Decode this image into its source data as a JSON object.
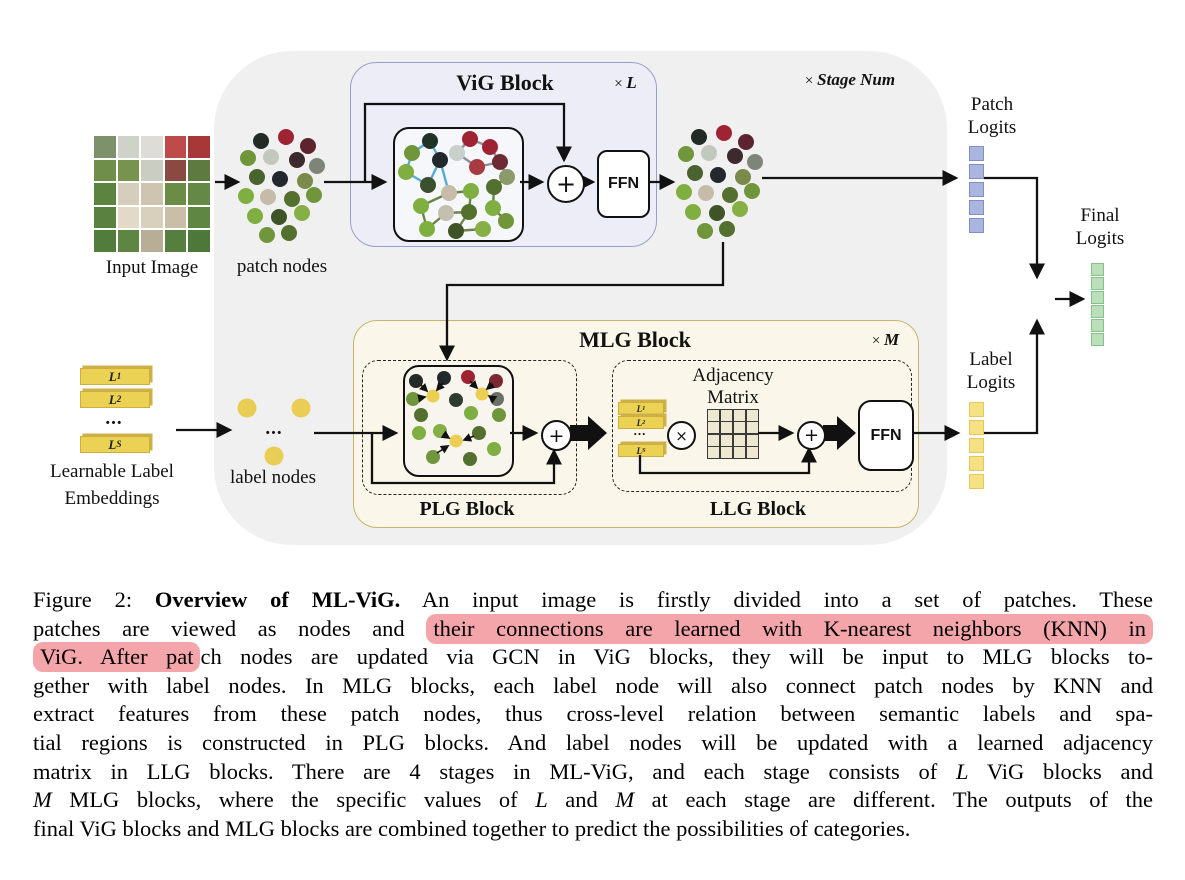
{
  "figure": {
    "input_image_label": "Input Image",
    "patch_nodes_label": "patch nodes",
    "label_nodes_label": "label nodes",
    "learnable_line1": "Learnable Label",
    "learnable_line2": "Embeddings",
    "dots": "...",
    "vig_block": {
      "title": "ViG Block",
      "times": "×",
      "mult": "L",
      "ffn": "FFN"
    },
    "stage": {
      "times": "×",
      "mult": "Stage Num"
    },
    "mlg_block": {
      "title": "MLG Block",
      "times": "×",
      "mult": "M",
      "ffn": "FFN",
      "plg_label": "PLG Block",
      "llg_label": "LLG Block",
      "adjacency_line1": "Adjacency",
      "adjacency_line2": "Matrix"
    },
    "embedding_bars": [
      {
        "base": "L",
        "sub": "1"
      },
      {
        "base": "L",
        "sub": "2"
      },
      {
        "base": "L",
        "sub": "S"
      }
    ],
    "llg_bars": [
      {
        "base": "L",
        "sub": "1"
      },
      {
        "base": "L",
        "sub": "2"
      },
      {
        "base": "L",
        "sub": "S"
      }
    ],
    "operators": {
      "plus": "+",
      "times": "×"
    },
    "logits": {
      "patch": {
        "label_line1": "Patch",
        "label_line2": "Logits",
        "count": 5,
        "color": "#aab6e0",
        "border": "#7d8ec9"
      },
      "label": {
        "label_line1": "Label",
        "label_line2": "Logits",
        "count": 5,
        "color": "#f5e083",
        "border": "#e4c75f"
      },
      "final": {
        "label_line1": "Final",
        "label_line2": "Logits",
        "count": 6,
        "color": "#b9e0ba",
        "border": "#84c289"
      }
    }
  },
  "colors": {
    "stage_bg": "#f0f0f1",
    "vig_fill": "#ecedf6",
    "vig_border": "#97a0cc",
    "mlg_fill": "#faf6e9",
    "mlg_border": "#c5b46a",
    "highlight": "#f3a5aa",
    "node_yellow": "#e9cd55",
    "bar_yellow": "#ecd254",
    "edge_blue": "#55acd8",
    "edge_gray": "#8a9097",
    "edge_olive": "#6d8348"
  },
  "input_image_cells": [
    "#7d926b",
    "#cfd2c9",
    "#dedcd6",
    "#bf4a4a",
    "#a83838",
    "#6f8e4a",
    "#77944e",
    "#c9cdc2",
    "#8a4a42",
    "#5e7a40",
    "#5d8340",
    "#d6cdbd",
    "#cfc4b0",
    "#6a8c46",
    "#648846",
    "#5a8140",
    "#e2d9c8",
    "#d8cfbc",
    "#c9bfa8",
    "#608644",
    "#527c3c",
    "#5e8642",
    "#b8ae96",
    "#567e3e",
    "#4e783a"
  ],
  "clusters": {
    "patch1": {
      "nodes": [
        [
          261,
          141,
          8,
          "#232b26"
        ],
        [
          286,
          137,
          8,
          "#9e2433"
        ],
        [
          308,
          146,
          8,
          "#5d2430"
        ],
        [
          248,
          158,
          8,
          "#6f963b"
        ],
        [
          271,
          157,
          8,
          "#c3c8bf"
        ],
        [
          297,
          160,
          8,
          "#3c2a2e"
        ],
        [
          317,
          166,
          8,
          "#7e8578"
        ],
        [
          257,
          177,
          8,
          "#49632e"
        ],
        [
          280,
          179,
          8,
          "#22282e"
        ],
        [
          305,
          181,
          8,
          "#7b8a4a"
        ],
        [
          246,
          196,
          8,
          "#7fae41"
        ],
        [
          268,
          197,
          8,
          "#c5bba8"
        ],
        [
          292,
          199,
          8,
          "#54702e"
        ],
        [
          314,
          195,
          8,
          "#6f963b"
        ],
        [
          255,
          216,
          8,
          "#7fae41"
        ],
        [
          279,
          217,
          8,
          "#3f5426"
        ],
        [
          302,
          213,
          8,
          "#86b046"
        ],
        [
          267,
          235,
          8,
          "#6f963b"
        ],
        [
          289,
          233,
          8,
          "#54702e"
        ]
      ]
    },
    "patch2": {
      "nodes": [
        [
          699,
          137,
          8,
          "#232b26"
        ],
        [
          724,
          133,
          8,
          "#9e2433"
        ],
        [
          746,
          142,
          8,
          "#5d2430"
        ],
        [
          686,
          154,
          8,
          "#6f963b"
        ],
        [
          709,
          153,
          8,
          "#c3c8bf"
        ],
        [
          735,
          156,
          8,
          "#3c2a2e"
        ],
        [
          755,
          162,
          8,
          "#7e8578"
        ],
        [
          695,
          173,
          8,
          "#49632e"
        ],
        [
          718,
          175,
          8,
          "#22282e"
        ],
        [
          743,
          177,
          8,
          "#7b8a4a"
        ],
        [
          684,
          192,
          8,
          "#7fae41"
        ],
        [
          706,
          193,
          8,
          "#c5bba8"
        ],
        [
          730,
          195,
          8,
          "#54702e"
        ],
        [
          752,
          191,
          8,
          "#6f963b"
        ],
        [
          693,
          212,
          8,
          "#7fae41"
        ],
        [
          717,
          213,
          8,
          "#3f5426"
        ],
        [
          740,
          209,
          8,
          "#86b046"
        ],
        [
          705,
          231,
          8,
          "#6f963b"
        ],
        [
          727,
          229,
          8,
          "#54702e"
        ]
      ]
    },
    "vig_graph": {
      "nodes": [
        [
          430,
          141,
          8,
          "#1f3326"
        ],
        [
          412,
          153,
          8,
          "#70963c"
        ],
        [
          440,
          160,
          8,
          "#23282d"
        ],
        [
          406,
          172,
          8,
          "#7fae41"
        ],
        [
          428,
          185,
          8,
          "#3c4f2e"
        ],
        [
          470,
          139,
          8,
          "#9e2433"
        ],
        [
          457,
          153,
          8,
          "#c9cfc9"
        ],
        [
          490,
          147,
          8,
          "#9e2433"
        ],
        [
          500,
          162,
          8,
          "#6d2a33"
        ],
        [
          477,
          167,
          8,
          "#a83a42"
        ],
        [
          449,
          193,
          8,
          "#c6bca9"
        ],
        [
          471,
          191,
          8,
          "#7fae41"
        ],
        [
          494,
          187,
          8,
          "#54702e"
        ],
        [
          507,
          177,
          8,
          "#8a9a6a"
        ],
        [
          421,
          206,
          8,
          "#7fae41"
        ],
        [
          446,
          213,
          8,
          "#c3c0b0"
        ],
        [
          469,
          212,
          8,
          "#54702e"
        ],
        [
          493,
          208,
          8,
          "#7fae41"
        ],
        [
          506,
          221,
          8,
          "#6f963b"
        ],
        [
          427,
          229,
          8,
          "#7fae41"
        ],
        [
          456,
          231,
          8,
          "#3f5426"
        ],
        [
          483,
          229,
          8,
          "#86b046"
        ]
      ],
      "edges": [
        [
          0,
          1,
          "#55acd8"
        ],
        [
          1,
          3,
          "#55acd8"
        ],
        [
          3,
          4,
          "#55acd8"
        ],
        [
          4,
          2,
          "#55acd8"
        ],
        [
          2,
          0,
          "#55acd8"
        ],
        [
          2,
          10,
          "#55acd8"
        ],
        [
          6,
          5,
          "#8a9097"
        ],
        [
          5,
          7,
          "#8a9097"
        ],
        [
          7,
          8,
          "#8a9097"
        ],
        [
          8,
          9,
          "#8a9097"
        ],
        [
          9,
          6,
          "#8a9097"
        ],
        [
          8,
          13,
          "#8a9097"
        ],
        [
          10,
          14,
          "#6d8348"
        ],
        [
          10,
          11,
          "#6d8348"
        ],
        [
          11,
          16,
          "#6d8348"
        ],
        [
          12,
          13,
          "#6d8348"
        ],
        [
          12,
          17,
          "#6d8348"
        ],
        [
          15,
          19,
          "#6d8348"
        ],
        [
          16,
          20,
          "#6d8348"
        ],
        [
          17,
          18,
          "#6d8348"
        ],
        [
          20,
          21,
          "#6d8348"
        ],
        [
          14,
          19,
          "#6d8348"
        ],
        [
          15,
          16,
          "#6d8348"
        ]
      ]
    },
    "plg_graph": {
      "nodes": [
        [
          416,
          381,
          7,
          "#232b26"
        ],
        [
          444,
          378,
          7,
          "#23282d"
        ],
        [
          468,
          377,
          7,
          "#9e2433"
        ],
        [
          496,
          381,
          7,
          "#7b2a33"
        ],
        [
          413,
          399,
          7,
          "#6f963b"
        ],
        [
          456,
          400,
          7,
          "#2e3b30"
        ],
        [
          497,
          399,
          7,
          "#6b7069"
        ],
        [
          421,
          415,
          7,
          "#54702e"
        ],
        [
          471,
          413,
          7,
          "#7fae41"
        ],
        [
          499,
          415,
          7,
          "#6f963b"
        ],
        [
          419,
          433,
          7,
          "#7fae41"
        ],
        [
          440,
          431,
          7,
          "#86b046"
        ],
        [
          479,
          433,
          7,
          "#54702e"
        ],
        [
          433,
          457,
          7,
          "#6f963b"
        ],
        [
          470,
          459,
          7,
          "#54702e"
        ],
        [
          494,
          449,
          7,
          "#7fae41"
        ],
        [
          433,
          396,
          6.5,
          "#eccf52"
        ],
        [
          482,
          394,
          6.5,
          "#eccf52"
        ],
        [
          456,
          441,
          6.5,
          "#eccf52"
        ]
      ]
    },
    "label_nodes": {
      "nodes": [
        [
          247,
          408,
          9.5,
          "#e9cd55"
        ],
        [
          301,
          408,
          9.5,
          "#e9cd55"
        ],
        [
          274,
          456,
          9.5,
          "#e9cd55"
        ]
      ]
    }
  },
  "caption": {
    "l1": {
      "s0": "Figure 2: ",
      "s1": "Overview of ML-ViG.",
      "s2": " An input image is firstly divided into a set of patches. These"
    },
    "l2": {
      "s0": "patches are viewed as nodes and ",
      "s1": "their connections are learned with K-nearest neighbors (KNN) in"
    },
    "l3": {
      "s0": "ViG. After pat",
      "s1": "ch nodes are updated via GCN in ViG blocks, they will be input to MLG blocks to-"
    },
    "l4": {
      "s0": "gether with label nodes. In MLG blocks, each label node will also connect patch nodes by KNN and"
    },
    "l5": {
      "s0": "extract features from these patch nodes, thus cross-level relation between semantic labels and spa-"
    },
    "l6": {
      "s0": "tial regions is constructed in PLG blocks. And label nodes will be updated with a learned adjacency"
    },
    "l7": {
      "s0": "matrix in LLG blocks. There are 4 stages in ML-ViG, and each stage consists of ",
      "s1": "L",
      "s2": " ViG blocks and"
    },
    "l8": {
      "s0": "M",
      "s1": " MLG blocks, where the specific values of ",
      "s2": "L",
      "s3": " and ",
      "s4": "M",
      "s5": " at each stage are different. The outputs of the"
    },
    "l9": {
      "s0": "final ViG blocks and MLG blocks are combined together to predict the possibilities of categories."
    }
  }
}
